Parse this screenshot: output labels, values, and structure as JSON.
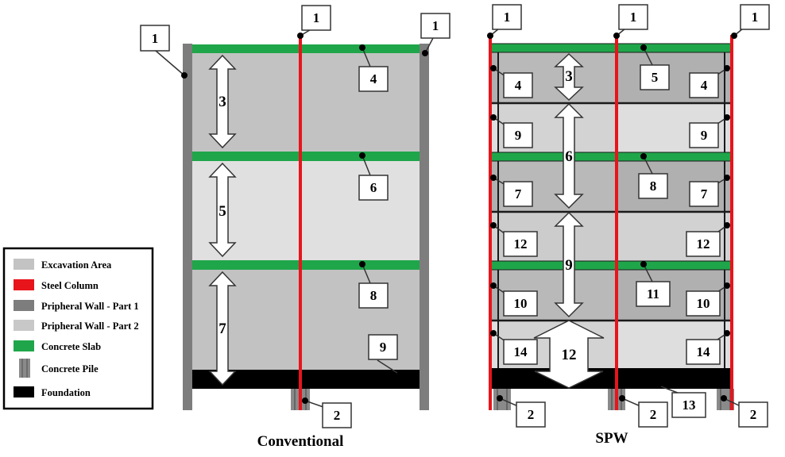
{
  "colors": {
    "excavation": "#c3c3c3",
    "excavation_light": "#e2e2e2",
    "steel": "#e8141c",
    "wall1": "#7d7d7d",
    "wall2": "#c8c8c8",
    "slab": "#1fa64a",
    "foundation": "#000000"
  },
  "legend": [
    {
      "key": "excavation",
      "icon": "excavation-swatch",
      "label": "Excavation Area"
    },
    {
      "key": "steel",
      "icon": "steel-swatch",
      "label": "Steel Column"
    },
    {
      "key": "wall1",
      "icon": "wall-part1-swatch",
      "label": "Pripheral Wall - Part 1"
    },
    {
      "key": "wall2",
      "icon": "wall-part2-swatch",
      "label": "Pripheral Wall - Part 2"
    },
    {
      "key": "slab",
      "icon": "slab-swatch",
      "label": "Concrete Slab"
    },
    {
      "key": "pile",
      "icon": "pile-swatch",
      "label": "Concrete Pile"
    },
    {
      "key": "foundation",
      "icon": "foundation-swatch",
      "label": "Foundation"
    }
  ],
  "conventional": {
    "caption": "Conventional",
    "callouts": [
      "1",
      "1",
      "1",
      "4",
      "6",
      "8",
      "9",
      "2"
    ],
    "arrows": [
      "3",
      "5",
      "7"
    ]
  },
  "spw": {
    "caption": "SPW",
    "callouts": [
      "1",
      "1",
      "1",
      "4",
      "5",
      "4",
      "9",
      "9",
      "7",
      "8",
      "7",
      "12",
      "12",
      "10",
      "11",
      "10",
      "14",
      "14",
      "2",
      "2",
      "13",
      "2"
    ],
    "arrows": [
      "3",
      "6",
      "9",
      "12"
    ]
  }
}
